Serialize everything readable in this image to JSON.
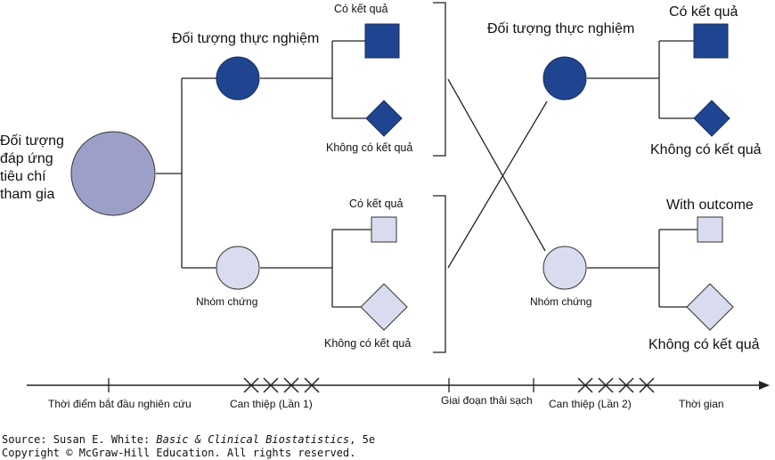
{
  "colors": {
    "dark_blue": "#1f4590",
    "large_circle": "#9ca0c8",
    "light": "#d9dbef",
    "line": "#222222"
  },
  "left": {
    "population_label": [
      "Đối tượng",
      "đáp ứng",
      "tiêu chí",
      "tham gia"
    ],
    "experimental_label": "Đối tượng thực nghiệm",
    "control_label": "Nhóm chứng",
    "exp_outcome_yes": "Có kết quả",
    "exp_outcome_no": "Không có kết quả",
    "ctl_outcome_yes": "Có kết quả",
    "ctl_outcome_no": "Không có kết quả"
  },
  "right": {
    "experimental_label": "Đối tượng thực nghiệm",
    "control_label": "Nhóm chứng",
    "exp_outcome_yes": "Có kết quả",
    "exp_outcome_no": "Không có kết quả",
    "ctl_outcome_yes": "With outcome",
    "ctl_outcome_no": "Không có kết quả"
  },
  "timeline": {
    "study_start": "Thời điểm bắt đầu nghiên cứu",
    "intervention_1": "Can thiệp (Lần 1)",
    "washout": "Giai đoạn thải sạch",
    "intervention_2": "Can thiệp (Lần 2)",
    "time": "Thời gian"
  },
  "source": {
    "prefix": "Source: Susan E. White: ",
    "book": "Basic & Clinical Biostatistics",
    "suffix": ", 5e",
    "copyright": "Copyright © McGraw-Hill Education. All rights reserved."
  }
}
